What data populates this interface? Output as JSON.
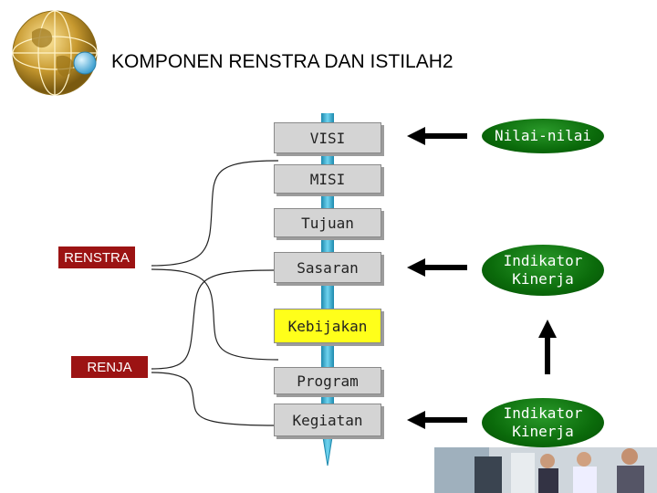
{
  "title": "KOMPONEN RENSTRA DAN ISTILAH2",
  "boxes": {
    "visi": "VISI",
    "misi": "MISI",
    "tujuan": "Tujuan",
    "sasaran": "Sasaran",
    "kebijakan": "Kebijakan",
    "program": "Program",
    "kegiatan": "Kegiatan"
  },
  "ovals": {
    "nilai": "Nilai-nilai",
    "indikator_1": "Indikator\nKinerja",
    "indikator_2": "Indikator\nKinerja"
  },
  "tags": {
    "renstra": "RENSTRA",
    "renja": "RENJA"
  },
  "colors": {
    "oval_green": "#0b6b0b",
    "tag_red": "#9c1313",
    "box_gray": "#d4d4d4",
    "kebijakan_yellow": "#ffff1a",
    "spine_blue": "#2aa8c8"
  }
}
